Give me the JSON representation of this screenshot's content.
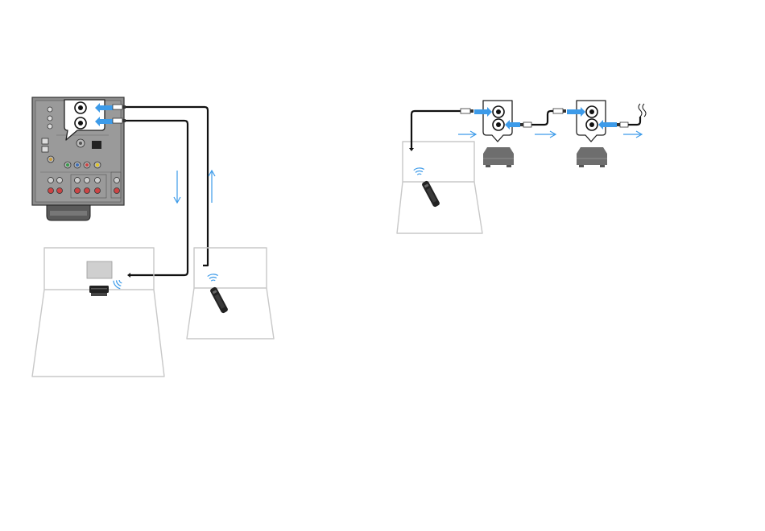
{
  "diagram": {
    "left_panel": {
      "components": [
        "receiver-rear-panel",
        "remote-in-out-jacks",
        "room-main",
        "room-second",
        "ir-receiver",
        "remote-control"
      ],
      "signal_arrows": [
        "down",
        "up"
      ]
    },
    "right_panel": {
      "components": [
        "room",
        "remote-control",
        "jack-panel-1",
        "device-1",
        "jack-panel-2",
        "device-2",
        "ir-emitter"
      ],
      "signal_arrows": [
        "right",
        "right",
        "right"
      ]
    }
  },
  "colors": {
    "accent": "#3d9be9",
    "cable": "#111111",
    "room_outline": "#c8c8c8",
    "panel_gray": "#8a8a8a",
    "device_gray": "#6e6e6e"
  }
}
